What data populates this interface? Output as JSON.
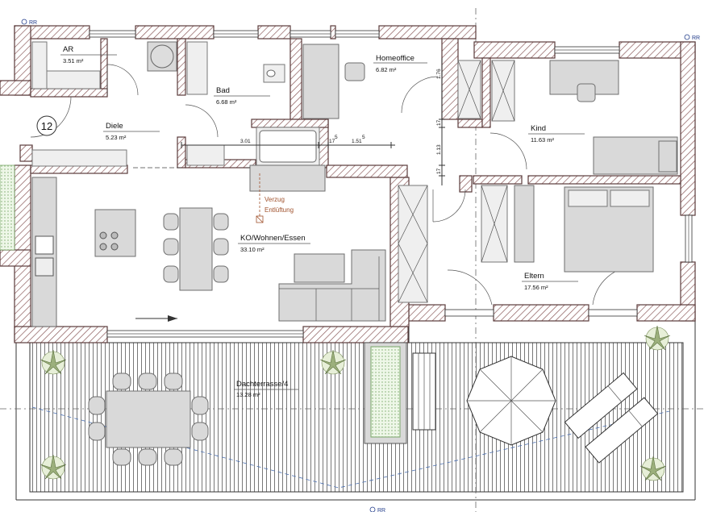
{
  "rooms": {
    "ar": {
      "name": "AR",
      "area": "3.51 m²"
    },
    "bad": {
      "name": "Bad",
      "area": "6.68 m²"
    },
    "homeoffice": {
      "name": "Homeoffice",
      "area": "6.82 m²"
    },
    "kind": {
      "name": "Kind",
      "area": "11.63 m²"
    },
    "diele": {
      "name": "Diele",
      "area": "5.23 m²"
    },
    "wohnen": {
      "name": "KO/Wohnen/Essen",
      "area": "33.10 m²"
    },
    "eltern": {
      "name": "Eltern",
      "area": "17.56 m²"
    },
    "terrasse": {
      "name": "Dachterrasse/4",
      "area": "13.28 m²"
    }
  },
  "unit_number": "12",
  "markers": {
    "rr_top": "RR",
    "rr_right": "RR",
    "rr_bottom": "RR"
  },
  "dimensions": {
    "d_301": "3.01",
    "d_175": "17",
    "d_175_sup": "5",
    "d_151": "1.51",
    "d_151_sup": "5",
    "d_176": "1.76",
    "d_1135": "1.13",
    "d_175b": "17",
    "d_175c": "17"
  },
  "notes": {
    "verzug": "Verzug",
    "entlueftung": "Entlüftung"
  },
  "colors": {
    "wall_hatch": "#8b5a5a",
    "furniture": "#d9d9d9",
    "terrace_lines": "#555555",
    "marker_blue": "#233e8c"
  }
}
